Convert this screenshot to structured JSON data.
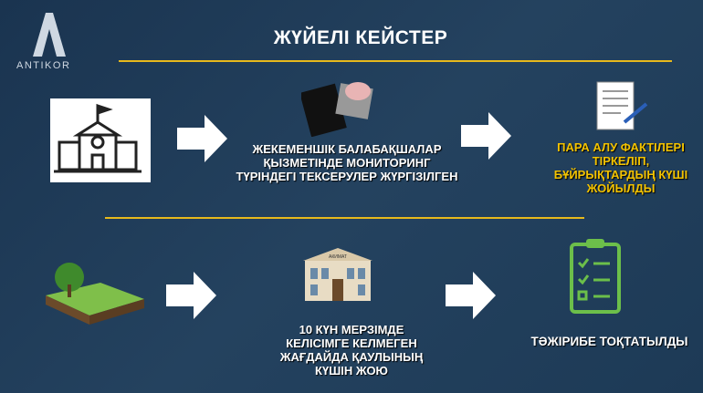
{
  "logo": {
    "text": "ANTIKOR"
  },
  "title": "ЖҮЙЕЛІ КЕЙСТЕР",
  "row1": {
    "middle_text": [
      "ЖЕКЕМЕНШІК  БАЛАБАҚШАЛАР",
      "ҚЫЗМЕТІНДЕ МОНИТОРИНГ",
      "ТҮРІНДЕГІ ТЕКСЕРУЛЕР  ЖҮРГІЗІЛГЕН"
    ],
    "result_text": [
      "ПАРА АЛУ ФАКТІЛЕРІ",
      "ТІРКЕЛІП,",
      "БҰЙРЫҚТАРДЫҢ КҮШІ",
      "ЖОЙЫЛДЫ"
    ]
  },
  "row2": {
    "akimat_label": "АКИМАТ",
    "middle_text": [
      "10 КҮН МЕРЗІМДЕ",
      "КЕЛІСІМГЕ  КЕЛМЕГЕН",
      "ЖАҒДАЙДА ҚАУЛЫНЫҢ",
      "КҮШІН ЖОЮ"
    ],
    "result_text": "ТӘЖІРИБЕ  ТОҚТАТЫЛДЫ"
  },
  "colors": {
    "accent": "#e7b91c",
    "result_yellow": "#f2c200",
    "background": "#1f3c58"
  }
}
